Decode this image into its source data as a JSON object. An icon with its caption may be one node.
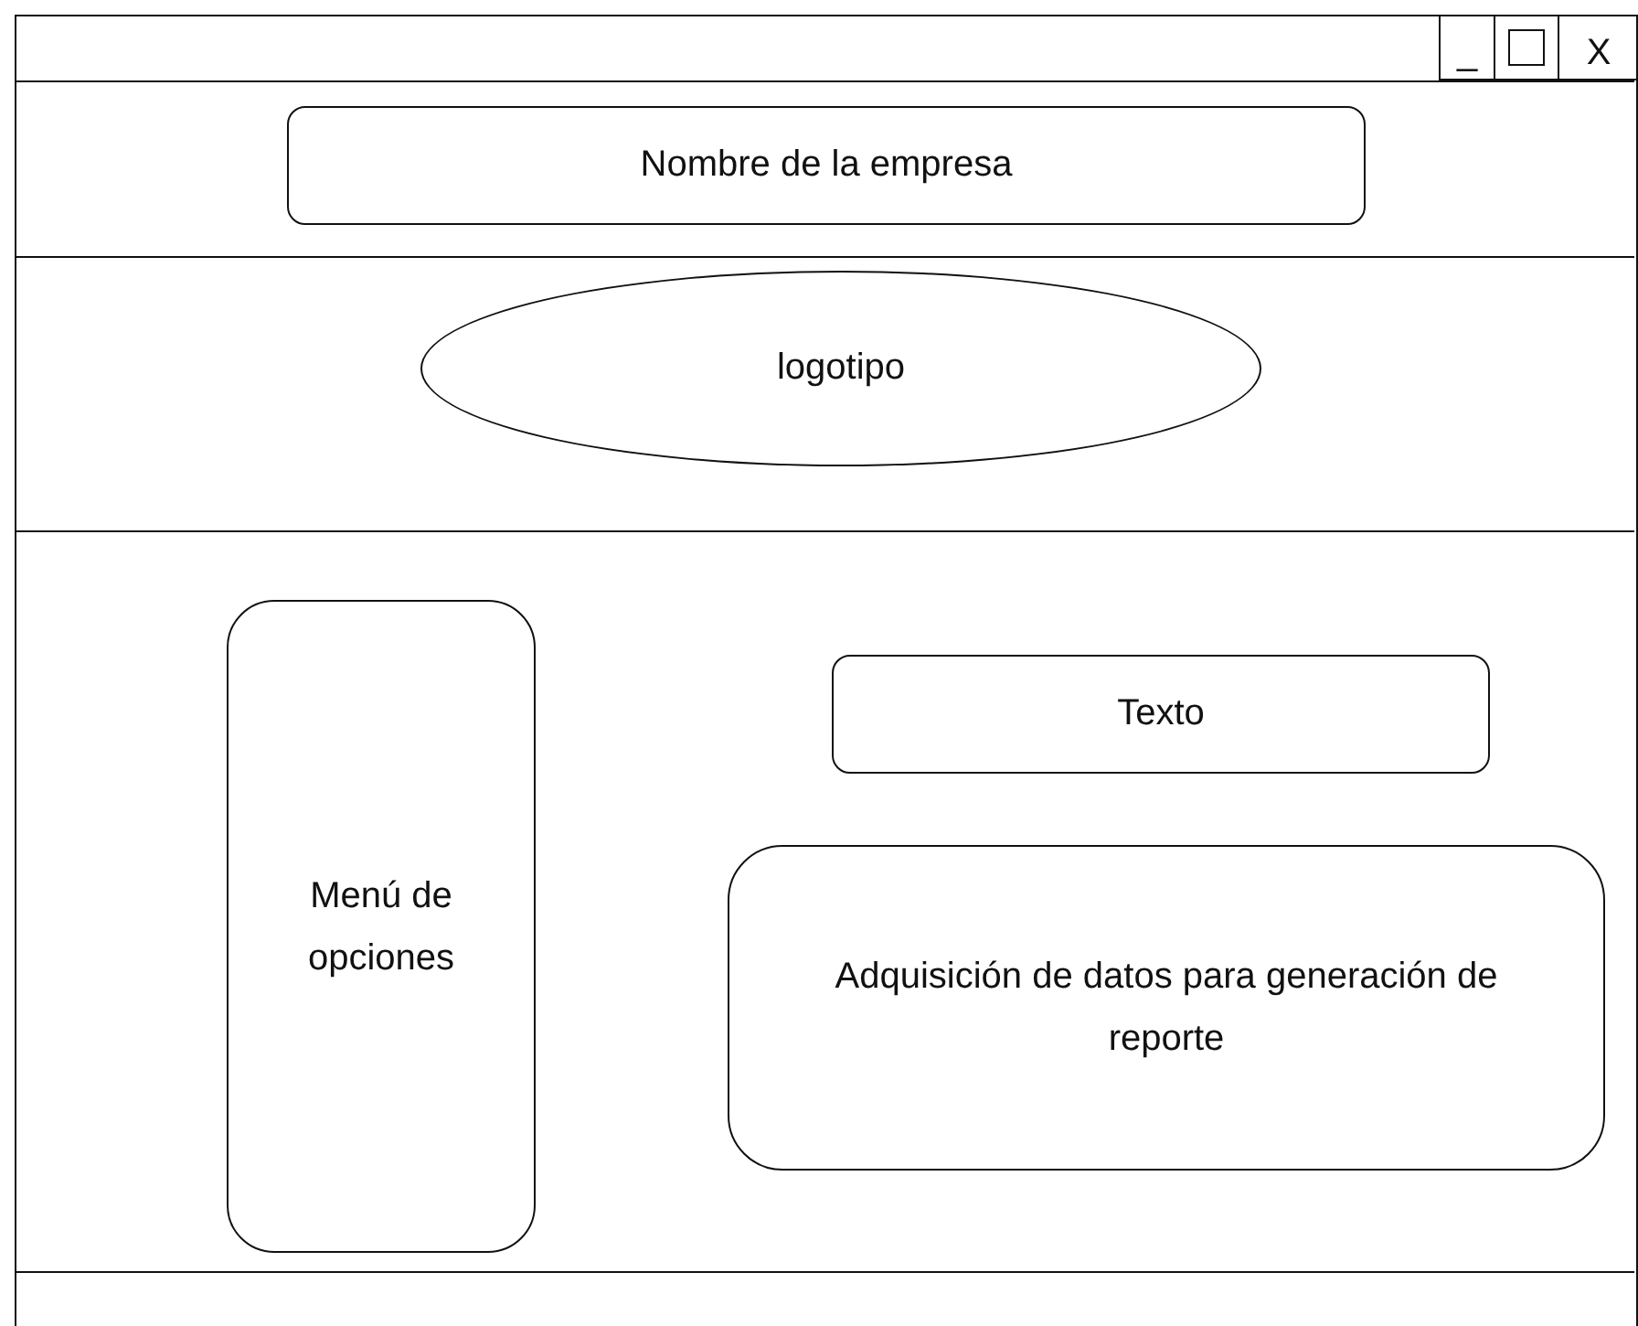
{
  "diagram": {
    "nodes": [
      {
        "text": [
          "_"
        ]
      },
      {
        "text": [],
        "shape": "box"
      },
      {
        "text": [
          "X"
        ]
      },
      {
        "text": [
          "Nombre de la empresa"
        ]
      },
      {
        "text": [
          "logotipo"
        ]
      },
      {
        "text": [
          "Menú de opciones"
        ]
      },
      {
        "text": [
          "Texto"
        ]
      },
      {
        "text": [
          "Adquisición de datos para generación de reporte"
        ]
      }
    ]
  }
}
